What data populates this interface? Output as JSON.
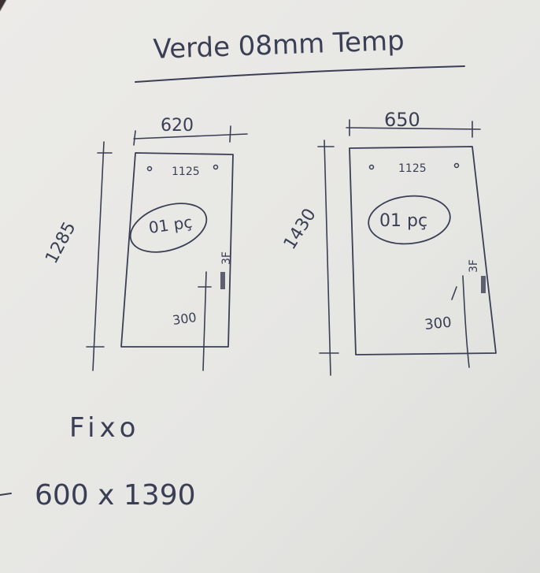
{
  "title": "Verde 08mm Temp",
  "left_drawing": {
    "width_label": "620",
    "height_label": "1285",
    "hole_label": "1125",
    "quantity_label": "01 pç",
    "hinge_label": "3F",
    "offset_label": "300"
  },
  "right_drawing": {
    "width_label": "650",
    "height_label": "1430",
    "hole_label": "1125",
    "quantity_label": "01 pç",
    "hinge_label": "3F",
    "offset_label": "300"
  },
  "fixed_label": "Fixo",
  "fixed_dimensions": "600 x 1390",
  "colors": {
    "paper": "#e9e9e7",
    "ink": "#3b3f55",
    "background": "#3a3230"
  }
}
